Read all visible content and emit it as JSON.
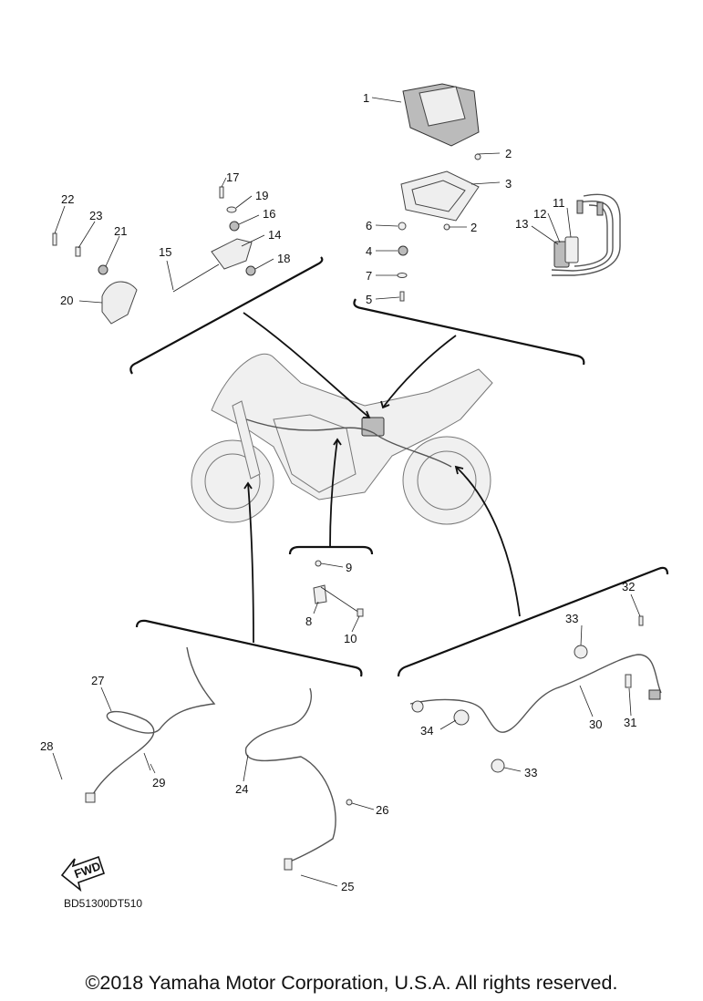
{
  "callouts": {
    "c1": "1",
    "c2a": "2",
    "c2b": "2",
    "c3": "3",
    "c4": "4",
    "c5": "5",
    "c6": "6",
    "c7": "7",
    "c8": "8",
    "c9": "9",
    "c10": "10",
    "c11": "11",
    "c12": "12",
    "c13": "13",
    "c14": "14",
    "c15": "15",
    "c16": "16",
    "c17": "17",
    "c18": "18",
    "c19": "19",
    "c20": "20",
    "c21": "21",
    "c22": "22",
    "c23": "23",
    "c24": "24",
    "c25": "25",
    "c26": "26",
    "c27": "27",
    "c28": "28",
    "c29": "29",
    "c30": "30",
    "c31": "31",
    "c32": "32",
    "c33a": "33",
    "c33b": "33",
    "c34": "34"
  },
  "fwd_label": "FWD",
  "diagram_code": "BD51300DT510",
  "copyright": "©2018 Yamaha Motor Corporation, U.S.A. All rights reserved."
}
